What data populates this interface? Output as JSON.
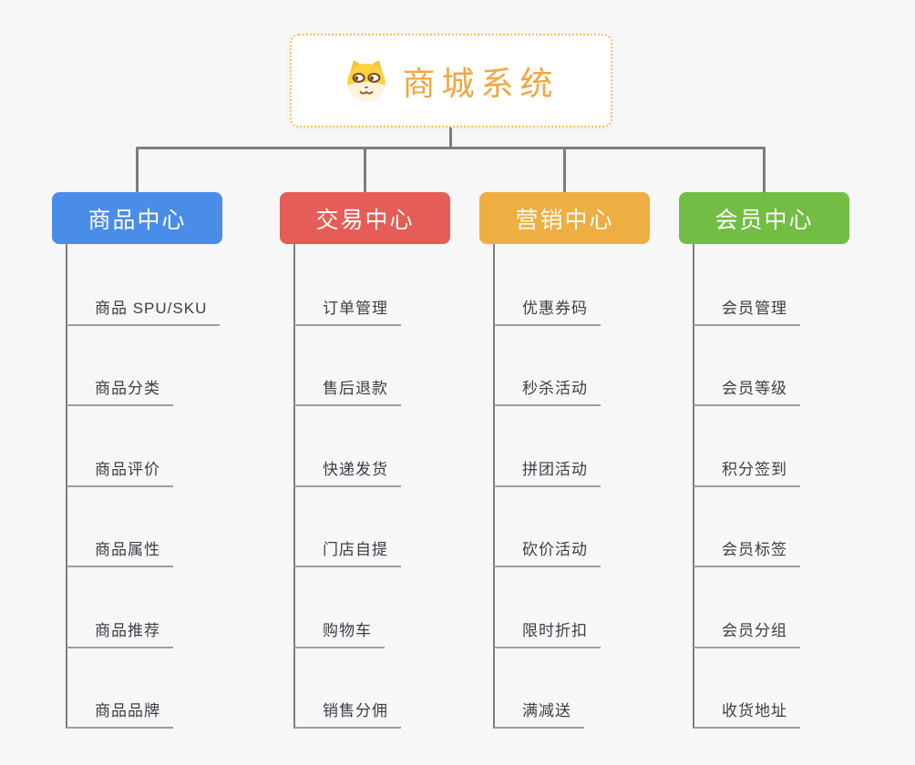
{
  "root": {
    "title": "商城系统",
    "icon": "dog-face-icon"
  },
  "branches": [
    {
      "label": "商品中心",
      "color": "#4A8DE9",
      "items": [
        "商品 SPU/SKU",
        "商品分类",
        "商品评价",
        "商品属性",
        "商品推荐",
        "商品品牌"
      ]
    },
    {
      "label": "交易中心",
      "color": "#E65C56",
      "items": [
        "订单管理",
        "售后退款",
        "快递发货",
        "门店自提",
        "购物车",
        "销售分佣"
      ]
    },
    {
      "label": "营销中心",
      "color": "#EFAE42",
      "items": [
        "优惠券码",
        "秒杀活动",
        "拼团活动",
        "砍价活动",
        "限时折扣",
        "满减送"
      ]
    },
    {
      "label": "会员中心",
      "color": "#72BD43",
      "items": [
        "会员管理",
        "会员等级",
        "积分签到",
        "会员标签",
        "会员分组",
        "收货地址"
      ]
    }
  ],
  "theme": {
    "background": "#F7F7F7",
    "connector_color": "#7D7D7D",
    "leaf_underline_color": "#9E9E9E",
    "leaf_text_color": "#3A3F45",
    "root_text_color": "#F0A73F",
    "root_border_color": "#F6BE62",
    "branch_text_color": "#FFFFFF"
  }
}
